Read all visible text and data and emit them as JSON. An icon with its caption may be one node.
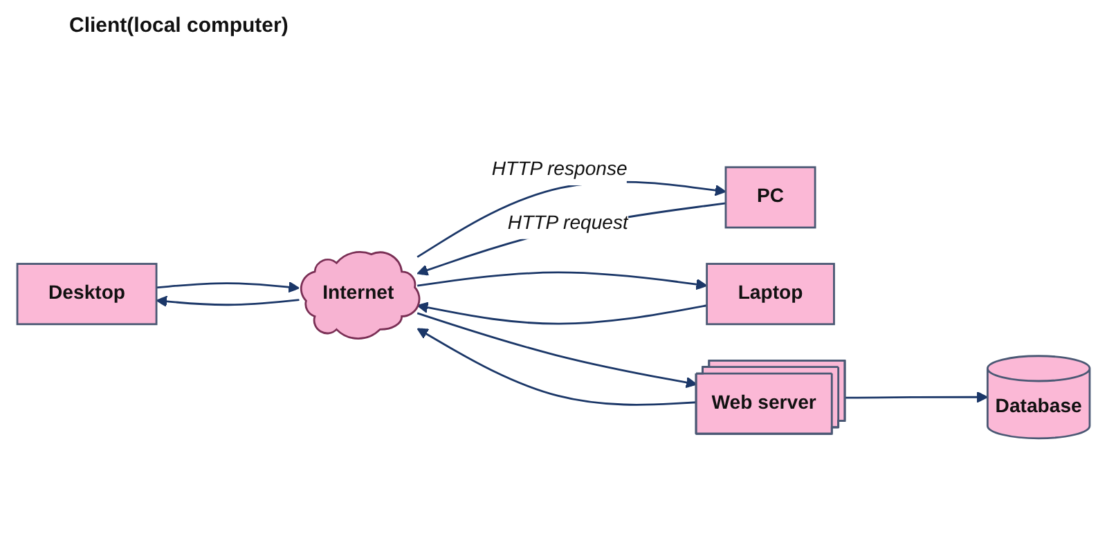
{
  "diagram": {
    "nodes": [
      {
        "text": [
          "Desktop"
        ]
      },
      {
        "text": [
          "PC"
        ]
      },
      {
        "text": [
          "Laptop"
        ]
      },
      {
        "text": [
          "Internet"
        ]
      },
      {
        "text": [
          "Web server"
        ]
      },
      {
        "text": [
          "Database"
        ]
      }
    ],
    "edges": [
      {
        "from": 0,
        "to": 3,
        "arrow": "to"
      },
      {
        "from": 3,
        "to": 0,
        "arrow": "to"
      },
      {
        "from": 1,
        "to": 3,
        "arrow": "to",
        "label": "HTTP request"
      },
      {
        "from": 3,
        "to": 1,
        "arrow": "to",
        "label": "HTTP response"
      },
      {
        "from": 2,
        "to": 3,
        "arrow": "to"
      },
      {
        "from": 3,
        "to": 2,
        "arrow": "to"
      },
      {
        "from": 3,
        "to": 4,
        "arrow": "to"
      },
      {
        "from": 4,
        "to": 3,
        "arrow": "to"
      },
      {
        "from": 4,
        "to": 5,
        "arrow": "to"
      }
    ],
    "labels": [
      "Client(local computer)"
    ]
  }
}
